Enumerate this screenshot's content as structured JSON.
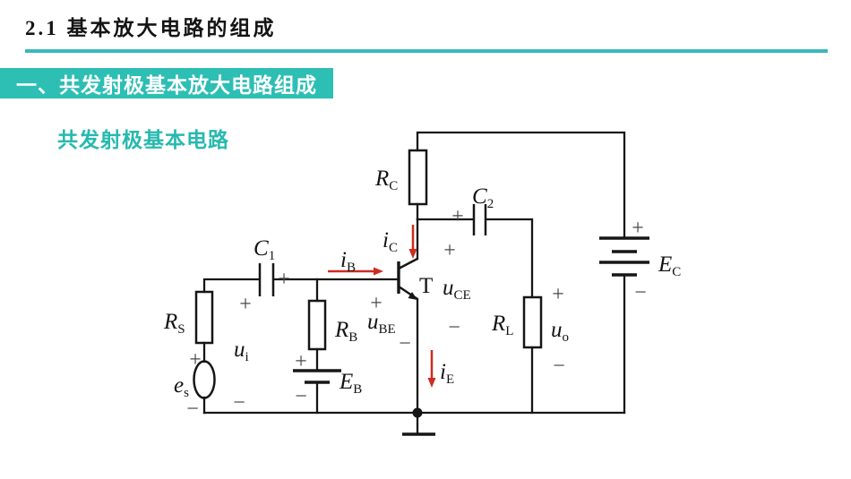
{
  "header": {
    "course_section": "2.1 基本放大电路的组成",
    "banner_title": "一、共发射极基本放大电路组成",
    "subtitle": "共发射极基本电路"
  },
  "colors": {
    "accent_teal": "#2dbeb4",
    "rule_teal": "#3bb7bd",
    "current_arrow_red": "#cf2b20",
    "wire_black": "#161616"
  },
  "circuit": {
    "labels": {
      "rs": {
        "main": "R",
        "sub": "S"
      },
      "es": {
        "main": "e",
        "sub": "s"
      },
      "ui": {
        "main": "u",
        "sub": "i"
      },
      "c1": {
        "main": "C",
        "sub": "1"
      },
      "rb": {
        "main": "R",
        "sub": "B"
      },
      "eb": {
        "main": "E",
        "sub": "B"
      },
      "ib": {
        "main": "i",
        "sub": "B"
      },
      "ic": {
        "main": "i",
        "sub": "C"
      },
      "ie": {
        "main": "i",
        "sub": "E"
      },
      "transistor": {
        "main": "T",
        "sub": ""
      },
      "ube": {
        "main": "u",
        "sub": "BE"
      },
      "uce": {
        "main": "u",
        "sub": "CE"
      },
      "rc": {
        "main": "R",
        "sub": "C"
      },
      "c2": {
        "main": "C",
        "sub": "2"
      },
      "rl": {
        "main": "R",
        "sub": "L"
      },
      "uo": {
        "main": "u",
        "sub": "o"
      },
      "ec": {
        "main": "E",
        "sub": "C"
      }
    },
    "signs": {
      "plus": "+",
      "minus": "−"
    }
  }
}
